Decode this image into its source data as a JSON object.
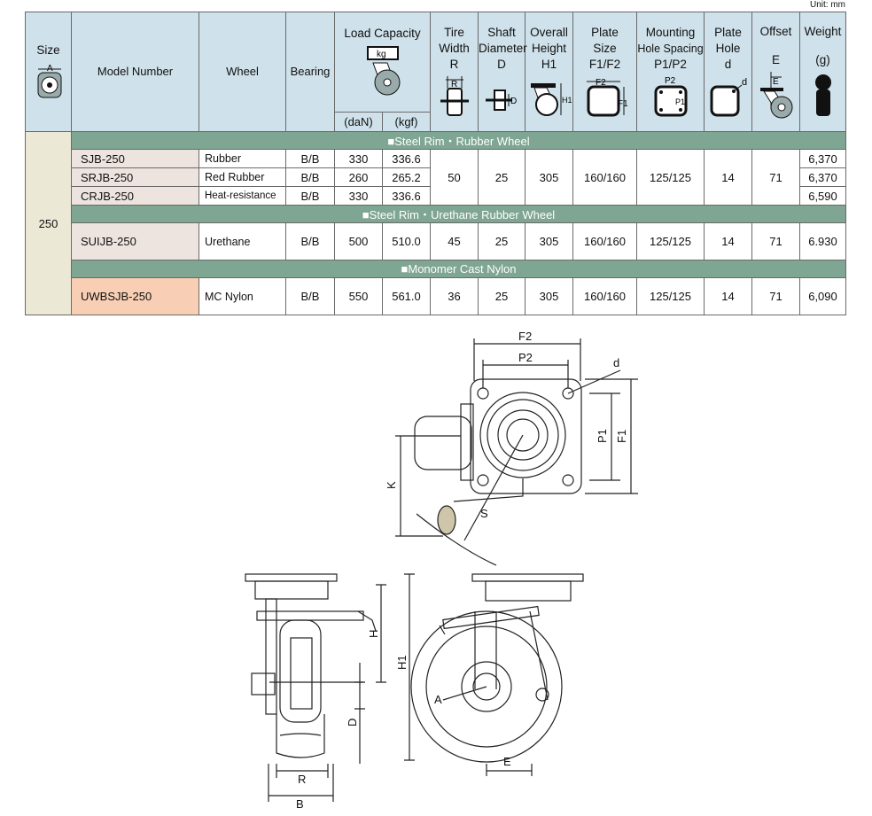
{
  "unit_label": "Unit: mm",
  "headers": {
    "size": "Size",
    "model_number": "Model Number",
    "wheel": "Wheel",
    "bearing": "Bearing",
    "load_capacity": "Load Capacity",
    "dan": "(daN)",
    "kgf": "(kgf)",
    "tire_width": [
      "Tire",
      "Width",
      "R"
    ],
    "shaft_diameter": [
      "Shaft",
      "Diameter",
      "D"
    ],
    "overall_height": [
      "Overall",
      "Height",
      "H1"
    ],
    "plate_size": [
      "Plate",
      "Size",
      "F1/F2"
    ],
    "mounting_hole_spacing": [
      "Mounting",
      "Hole Spacing",
      "P1/P2"
    ],
    "plate_hole": [
      "Plate",
      "Hole",
      "d"
    ],
    "offset": [
      "Offset",
      "E"
    ],
    "weight": [
      "Weight",
      "(g)"
    ]
  },
  "icon_letters": {
    "size": "A",
    "load": "kg",
    "tire": "R",
    "shaft": "D",
    "height": "H1",
    "plate_f2": "F2",
    "plate_f1": "F1",
    "hole_p2": "P2",
    "hole_p1": "P1",
    "hole_d": "d",
    "offset_e": "E"
  },
  "size_value": "250",
  "sections": [
    {
      "title": "■Steel Rim・Rubber Wheel",
      "rows": [
        {
          "model": "SJB-250",
          "wheel": "Rubber",
          "bearing": "B/B",
          "dan": "330",
          "kgf": "336.6",
          "weight": "6,370"
        },
        {
          "model": "SRJB-250",
          "wheel": "Red Rubber",
          "bearing": "B/B",
          "dan": "260",
          "kgf": "265.2",
          "weight": "6,370"
        },
        {
          "model": "CRJB-250",
          "wheel": "Heat-resistance",
          "bearing": "B/B",
          "dan": "330",
          "kgf": "336.6",
          "weight": "6,590"
        }
      ],
      "shared": {
        "tire": "50",
        "shaft": "25",
        "height": "305",
        "plate": "160/160",
        "spacing": "125/125",
        "hole": "14",
        "offset": "71"
      }
    },
    {
      "title": "■Steel Rim・Urethane Rubber Wheel",
      "rows": [
        {
          "model": "SUIJB-250",
          "wheel": "Urethane",
          "bearing": "B/B",
          "dan": "500",
          "kgf": "510.0",
          "tire": "45",
          "shaft": "25",
          "height": "305",
          "plate": "160/160",
          "spacing": "125/125",
          "hole": "14",
          "offset": "71",
          "weight": "6.930"
        }
      ]
    },
    {
      "title": "■Monomer Cast Nylon",
      "rows": [
        {
          "model": "UWBSJB-250",
          "wheel": "MC Nylon",
          "bearing": "B/B",
          "dan": "550",
          "kgf": "561.0",
          "tire": "36",
          "shaft": "25",
          "height": "305",
          "plate": "160/160",
          "spacing": "125/125",
          "hole": "14",
          "offset": "71",
          "weight": "6,090"
        }
      ]
    }
  ],
  "drawing_labels": {
    "f2": "F2",
    "p2": "P2",
    "d": "d",
    "p1": "P1",
    "f1": "F1",
    "k": "K",
    "s": "S",
    "h": "H",
    "h1": "H1",
    "d_shaft": "D",
    "r": "R",
    "b": "B",
    "a": "A",
    "e": "E"
  }
}
